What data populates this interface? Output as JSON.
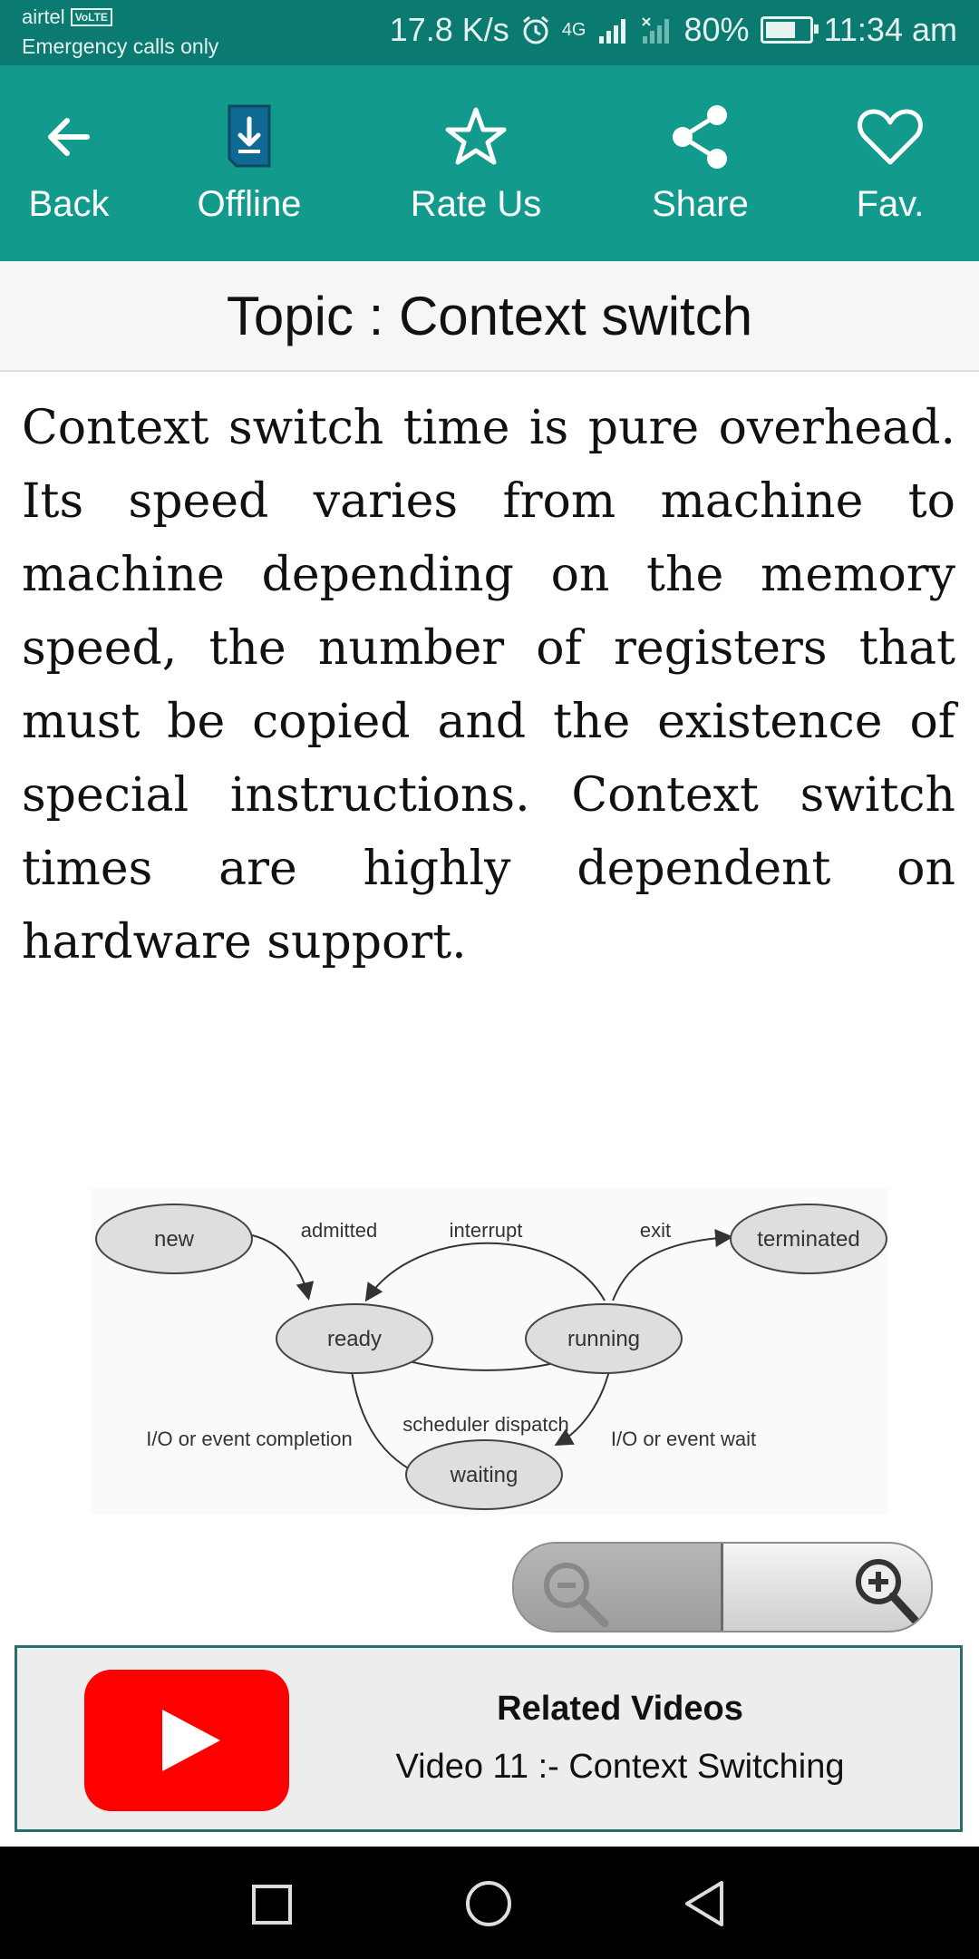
{
  "status_bar": {
    "carrier": "airtel",
    "volte": "VoLTE",
    "emergency": "Emergency calls only",
    "speed": "17.8 K/s",
    "network": "4G",
    "battery": "80%",
    "battery_level": 0.8,
    "time": "11:34 am"
  },
  "toolbar": {
    "back": "Back",
    "offline": "Offline",
    "rate": "Rate Us",
    "share": "Share",
    "fav": "Fav."
  },
  "topic": "Topic : Context switch",
  "paragraph": "Context switch time is pure overhead. Its speed varies from machine to machine depending on the memory speed, the number of registers that must be copied and the existence of special instructions. Context switch times are highly dependent on hardware support.",
  "diagram": {
    "states": {
      "new": "new",
      "ready": "ready",
      "running": "running",
      "waiting": "waiting",
      "terminated": "terminated"
    },
    "edges": {
      "admitted": "admitted",
      "interrupt": "interrupt",
      "exit": "exit",
      "scheduler": "scheduler dispatch",
      "io_complete": "I/O or event completion",
      "io_wait": "I/O or event wait"
    }
  },
  "related": {
    "title": "Related Videos",
    "subtitle": "Video 11 :- Context Switching"
  },
  "colors": {
    "status_bar": "#0b7a70",
    "toolbar": "#129a8c",
    "youtube_red": "#ff0000"
  },
  "icons": [
    "arrow-left-icon",
    "download-icon",
    "star-icon",
    "share-icon",
    "heart-icon",
    "zoom-out-icon",
    "zoom-in-icon",
    "play-icon",
    "square-icon",
    "circle-icon",
    "triangle-back-icon"
  ]
}
